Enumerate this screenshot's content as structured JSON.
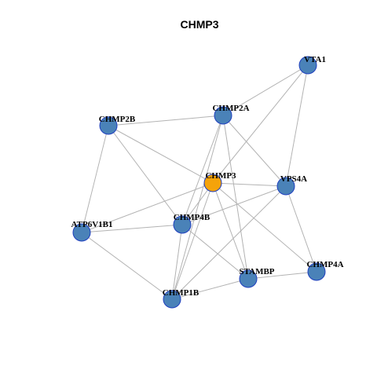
{
  "title": "CHMP3",
  "colors": {
    "focus_node": "#f5a30a",
    "node": "#4a82b8",
    "node_border": "#1f3fbf",
    "edge": "#b3b3b3"
  },
  "nodes": [
    {
      "id": "VTA1",
      "label": "VTA1",
      "focus": false
    },
    {
      "id": "CHMP2A",
      "label": "CHMP2A",
      "focus": false
    },
    {
      "id": "CHMP2B",
      "label": "CHMP2B",
      "focus": false
    },
    {
      "id": "CHMP3",
      "label": "CHMP3",
      "focus": true
    },
    {
      "id": "VPS4A",
      "label": "VPS4A",
      "focus": false
    },
    {
      "id": "CHMP4B",
      "label": "CHMP4B",
      "focus": false
    },
    {
      "id": "ATP6V1B1",
      "label": "ATP6V1B1",
      "focus": false
    },
    {
      "id": "CHMP4A",
      "label": "CHMP4A",
      "focus": false
    },
    {
      "id": "STAMBP",
      "label": "STAMBP",
      "focus": false
    },
    {
      "id": "CHMP1B",
      "label": "CHMP1B",
      "focus": false
    }
  ],
  "edges": [
    [
      "VTA1",
      "CHMP2A"
    ],
    [
      "VTA1",
      "CHMP3"
    ],
    [
      "VTA1",
      "VPS4A"
    ],
    [
      "CHMP2B",
      "CHMP2A"
    ],
    [
      "CHMP2B",
      "CHMP3"
    ],
    [
      "CHMP2B",
      "CHMP4B"
    ],
    [
      "CHMP2B",
      "ATP6V1B1"
    ],
    [
      "CHMP2A",
      "VPS4A"
    ],
    [
      "CHMP2A",
      "CHMP4B"
    ],
    [
      "CHMP2A",
      "STAMBP"
    ],
    [
      "CHMP2A",
      "CHMP1B"
    ],
    [
      "CHMP3",
      "VPS4A"
    ],
    [
      "CHMP3",
      "CHMP4B"
    ],
    [
      "CHMP3",
      "ATP6V1B1"
    ],
    [
      "CHMP3",
      "STAMBP"
    ],
    [
      "CHMP3",
      "CHMP1B"
    ],
    [
      "CHMP3",
      "CHMP4A"
    ],
    [
      "VPS4A",
      "CHMP4B"
    ],
    [
      "VPS4A",
      "CHMP1B"
    ],
    [
      "VPS4A",
      "CHMP4A"
    ],
    [
      "CHMP4B",
      "ATP6V1B1"
    ],
    [
      "CHMP4B",
      "STAMBP"
    ],
    [
      "CHMP4B",
      "CHMP1B"
    ],
    [
      "ATP6V1B1",
      "CHMP1B"
    ],
    [
      "STAMBP",
      "CHMP1B"
    ],
    [
      "STAMBP",
      "CHMP4A"
    ]
  ]
}
